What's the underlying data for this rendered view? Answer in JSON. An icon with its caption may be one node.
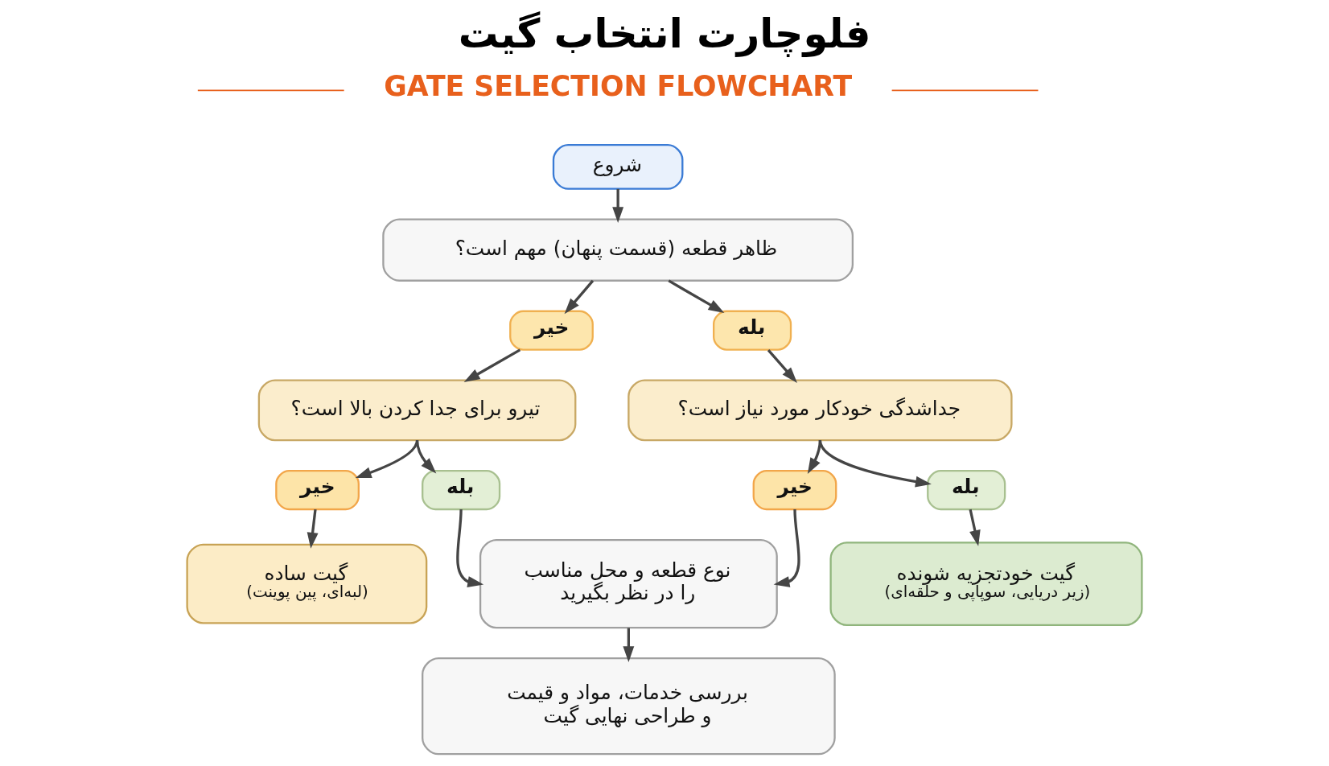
{
  "diagram": {
    "title": "فلوچارت انتخاب گیت",
    "nodes": [
      {
        "text": [
          "شروع"
        ]
      },
      {
        "text": [
          "ظاهر قطعه (قسمت پنهان) مهم است؟"
        ]
      },
      {
        "text": [
          "خیر"
        ]
      },
      {
        "text": [
          "بله"
        ]
      },
      {
        "text": [
          "تیرو برای جدا کردن بالا است؟"
        ]
      },
      {
        "text": [
          "جداشدگی خودکار مورد نیاز است؟"
        ]
      },
      {
        "text": [
          "خیر"
        ]
      },
      {
        "text": [
          "بله"
        ]
      },
      {
        "text": [
          "خیر"
        ]
      },
      {
        "text": [
          "بله"
        ]
      },
      {
        "text": [
          "گیت ساده",
          "(لبه‌ای، پین پوینت)"
        ]
      },
      {
        "text": [
          "نوع قطعه و محل مناسب را در نظر بگیرید"
        ]
      },
      {
        "text": [
          "گیت خودتجزیه شونده",
          "(زیر دریایی، سوپاپی و حلقه‌ای)"
        ]
      },
      {
        "text": [
          "بررسی خدمات، مواد و قیمت و طراحی نهایی گیت"
        ]
      }
    ],
    "edges": [
      {
        "from": 0,
        "to": 1,
        "arrow": "to"
      },
      {
        "from": 1,
        "to": 2,
        "arrow": "to"
      },
      {
        "from": 1,
        "to": 3,
        "arrow": "to"
      },
      {
        "from": 2,
        "to": 4,
        "arrow": "to"
      },
      {
        "from": 3,
        "to": 5,
        "arrow": "to"
      },
      {
        "from": 4,
        "to": 6,
        "arrow": "to"
      },
      {
        "from": 4,
        "to": 7,
        "arrow": "to"
      },
      {
        "from": 5,
        "to": 8,
        "arrow": "to"
      },
      {
        "from": 5,
        "to": 9,
        "arrow": "to"
      },
      {
        "from": 6,
        "to": 10,
        "arrow": "to"
      },
      {
        "from": 7,
        "to": 11,
        "arrow": "to"
      },
      {
        "from": 8,
        "to": 11,
        "arrow": "to"
      },
      {
        "from": 9,
        "to": 12,
        "arrow": "to"
      },
      {
        "from": 11,
        "to": 13,
        "arrow": "to"
      }
    ],
    "labels": [
      "GATE SELECTION FLOWCHART"
    ]
  }
}
